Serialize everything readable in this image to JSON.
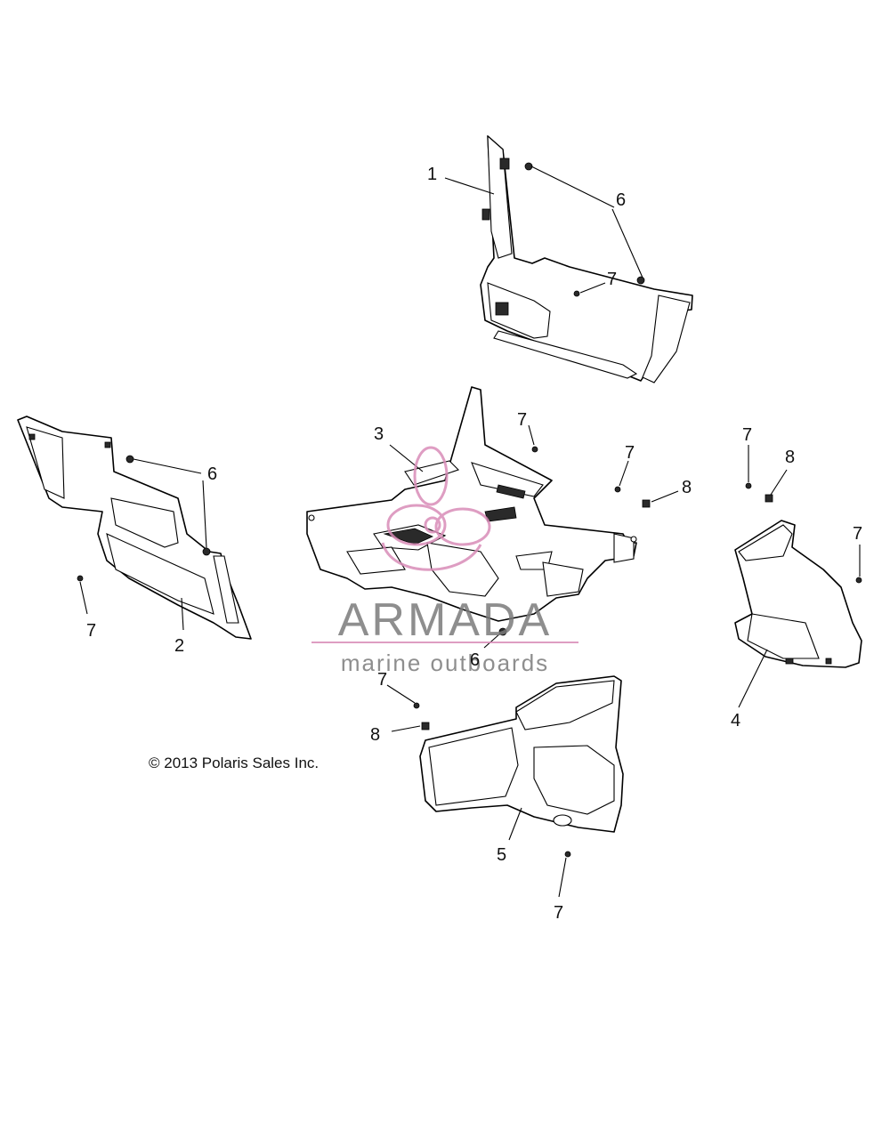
{
  "copyright": "© 2013 Polaris Sales Inc.",
  "watermark": {
    "brand": "ARMADA",
    "tagline": "marine outboards",
    "accent_color": "#d98cb8",
    "text_color": "#7b7b7b"
  },
  "callouts": {
    "c1": "1",
    "c2": "2",
    "c3": "3",
    "c4": "4",
    "c5": "5",
    "c6a": "6",
    "c6b": "6",
    "c6c": "6",
    "c7a": "7",
    "c7b": "7",
    "c7c": "7",
    "c7d": "7",
    "c7e": "7",
    "c7f": "7",
    "c7g": "7",
    "c8a": "8",
    "c8b": "8",
    "c8c": "8"
  }
}
